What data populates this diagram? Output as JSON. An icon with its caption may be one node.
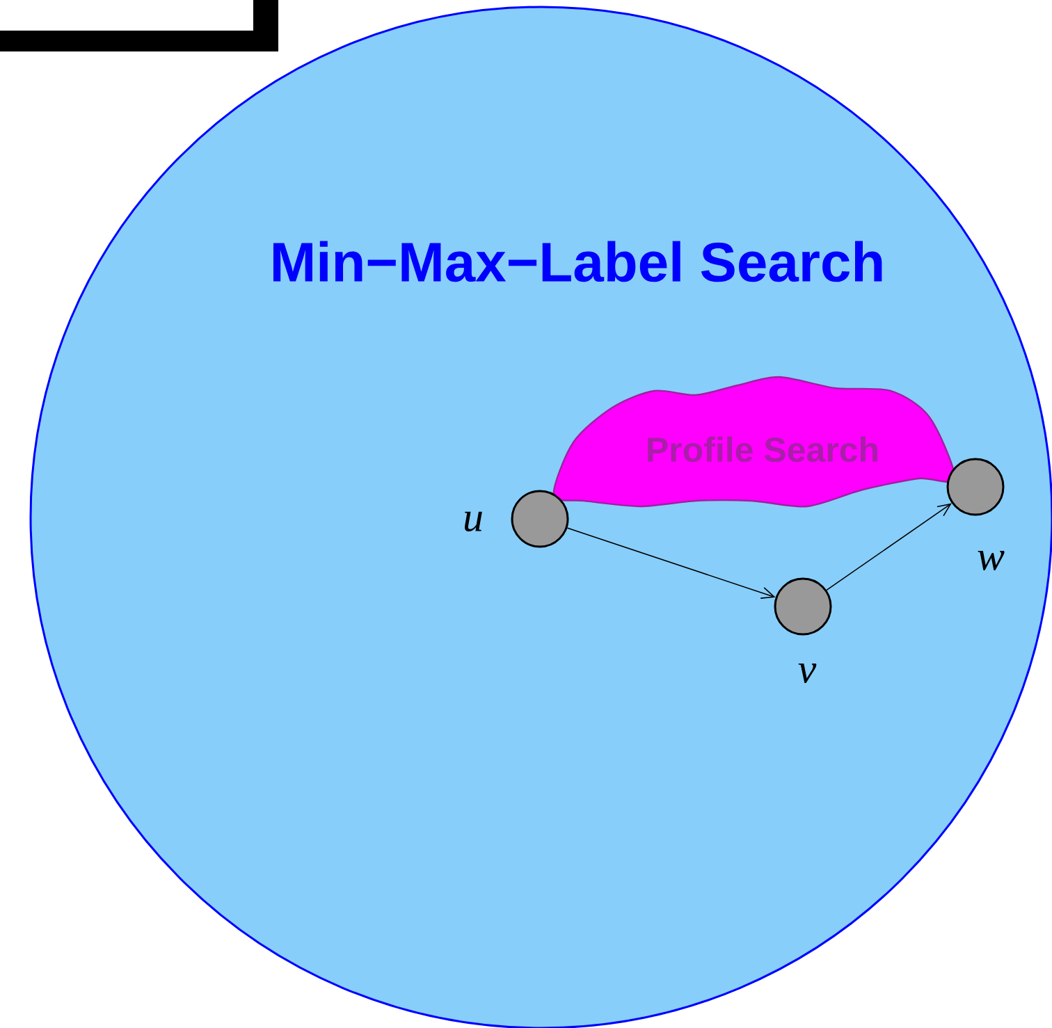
{
  "diagram": {
    "nodes": [
      {
        "text": [
          "Min−Max−Label Search"
        ]
      },
      {
        "text": [
          "Profile Search"
        ],
        "in": 0
      },
      {
        "text": [],
        "shape": "circle",
        "beside": [
          "u"
        ],
        "in": 0
      },
      {
        "text": [],
        "shape": "circle",
        "beside": [
          "v"
        ],
        "in": 0
      },
      {
        "text": [],
        "shape": "circle",
        "beside": [
          "w"
        ],
        "in": 0
      },
      {
        "text": [],
        "shape": "bar"
      }
    ],
    "edges": [
      {
        "from": 2,
        "to": 3,
        "arrow": "to"
      },
      {
        "from": 3,
        "to": 4,
        "arrow": "to"
      }
    ]
  }
}
